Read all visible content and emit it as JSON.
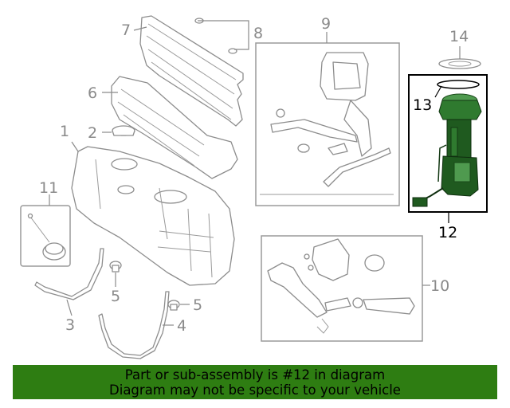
{
  "callouts": {
    "c1": "1",
    "c2": "2",
    "c3": "3",
    "c4": "4",
    "c5a": "5",
    "c5b": "5",
    "c6": "6",
    "c7": "7",
    "c8": "8",
    "c9": "9",
    "c10": "10",
    "c11": "11",
    "c12": "12",
    "c13": "13",
    "c14": "14"
  },
  "highlight": {
    "part": "12",
    "color": "#2e7d12"
  },
  "banner": {
    "line1": "Part or sub-assembly is #12 in diagram",
    "line2": "Diagram may not be specific to your vehicle",
    "color": "#2e7d12"
  }
}
